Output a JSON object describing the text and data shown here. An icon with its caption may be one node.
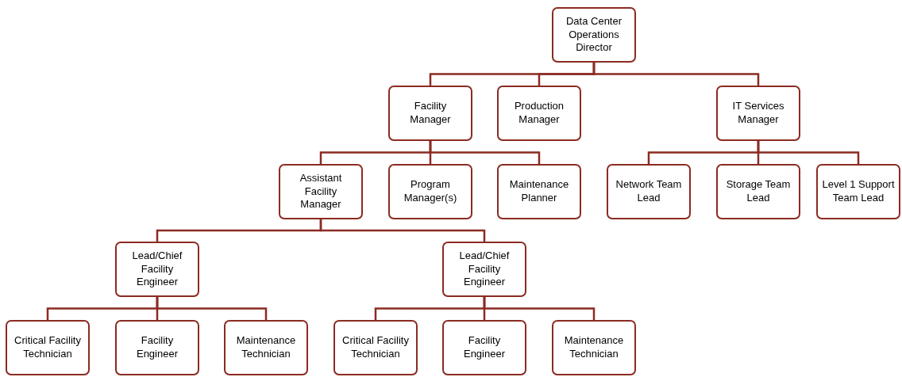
{
  "diagram": {
    "nodes": [
      {
        "text": [
          "Data Center Operations Director"
        ]
      },
      {
        "text": [
          "Facility Manager"
        ]
      },
      {
        "text": [
          "Production Manager"
        ]
      },
      {
        "text": [
          "IT Services Manager"
        ]
      },
      {
        "text": [
          "Assistant Facility Manager"
        ]
      },
      {
        "text": [
          "Program Manager(s)"
        ]
      },
      {
        "text": [
          "Maintenance Planner"
        ]
      },
      {
        "text": [
          "Network Team Lead"
        ]
      },
      {
        "text": [
          "Storage Team Lead"
        ]
      },
      {
        "text": [
          "Level 1 Support Team Lead"
        ]
      },
      {
        "text": [
          "Lead/Chief Facility Engineer"
        ]
      },
      {
        "text": [
          "Lead/Chief Facility Engineer"
        ]
      },
      {
        "text": [
          "Critical Facility Technician"
        ]
      },
      {
        "text": [
          "Facility Engineer"
        ]
      },
      {
        "text": [
          "Maintenance Technician"
        ]
      },
      {
        "text": [
          "Critical Facility Technician"
        ]
      },
      {
        "text": [
          "Facility Engineer"
        ]
      },
      {
        "text": [
          "Maintenance Technician"
        ]
      }
    ],
    "edges": [
      {
        "from": 0,
        "to": 1,
        "arrow": "none"
      },
      {
        "from": 0,
        "to": 2,
        "arrow": "none"
      },
      {
        "from": 0,
        "to": 3,
        "arrow": "none"
      },
      {
        "from": 1,
        "to": 4,
        "arrow": "none"
      },
      {
        "from": 1,
        "to": 5,
        "arrow": "none"
      },
      {
        "from": 1,
        "to": 6,
        "arrow": "none"
      },
      {
        "from": 3,
        "to": 7,
        "arrow": "none"
      },
      {
        "from": 3,
        "to": 8,
        "arrow": "none"
      },
      {
        "from": 3,
        "to": 9,
        "arrow": "none"
      },
      {
        "from": 4,
        "to": 10,
        "arrow": "none"
      },
      {
        "from": 4,
        "to": 11,
        "arrow": "none"
      },
      {
        "from": 10,
        "to": 12,
        "arrow": "none"
      },
      {
        "from": 10,
        "to": 13,
        "arrow": "none"
      },
      {
        "from": 10,
        "to": 14,
        "arrow": "none"
      },
      {
        "from": 11,
        "to": 15,
        "arrow": "none"
      },
      {
        "from": 11,
        "to": 16,
        "arrow": "none"
      },
      {
        "from": 11,
        "to": 17,
        "arrow": "none"
      }
    ]
  }
}
